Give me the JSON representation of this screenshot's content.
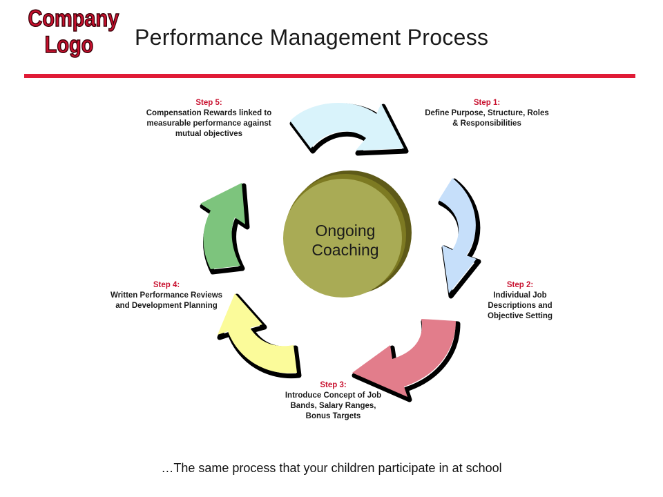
{
  "logo": {
    "line1": "Company",
    "line2": "Logo"
  },
  "title": "Performance Management Process",
  "center": {
    "line1": "Ongoing",
    "line2": "Coaching"
  },
  "steps": [
    {
      "heading": "Step 1:",
      "text": "Define Purpose, Structure, Roles & Responsibilities",
      "color": "#d9f3fb"
    },
    {
      "heading": "Step 2:",
      "text": "Individual Job Descriptions and Objective Setting",
      "color": "#c6dffa"
    },
    {
      "heading": "Step 3:",
      "text": "Introduce Concept of Job Bands, Salary Ranges, Bonus Targets",
      "color": "#e27d8b"
    },
    {
      "heading": "Step 4:",
      "text": "Written Performance Reviews and Development Planning",
      "color": "#fbfb9a"
    },
    {
      "heading": "Step 5:",
      "text": "Compensation Rewards linked to measurable performance against mutual objectives",
      "color": "#7dc47d"
    }
  ],
  "footer": "…The same process that your children participate in at school",
  "colors": {
    "accent": "#e01b36",
    "circle": "#a9ab55",
    "circle_dark": "#7d7a22"
  }
}
